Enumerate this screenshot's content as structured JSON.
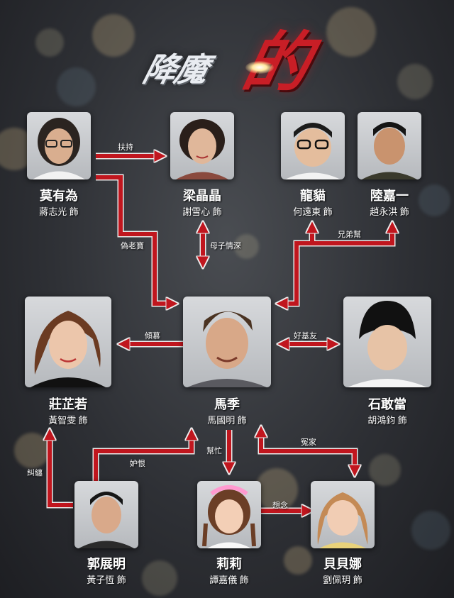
{
  "title": {
    "part1": "降魔",
    "part2": "的"
  },
  "characters": {
    "mo": {
      "name": "莫有為",
      "actor": "蔣志光 飾"
    },
    "leung": {
      "name": "梁晶晶",
      "actor": "謝雪心 飾"
    },
    "lung": {
      "name": "龍貓",
      "actor": "何遠東 飾"
    },
    "luk": {
      "name": "陸嘉一",
      "actor": "趙永洪 飾"
    },
    "chong": {
      "name": "莊芷若",
      "actor": "黃智雯 飾"
    },
    "ma": {
      "name": "馬季",
      "actor": "馬國明 飾"
    },
    "shek": {
      "name": "石敢當",
      "actor": "胡鴻鈞 飾"
    },
    "kwok": {
      "name": "郭展明",
      "actor": "黃子恆 飾"
    },
    "lily": {
      "name": "莉莉",
      "actor": "譚嘉儀 飾"
    },
    "bui": {
      "name": "貝貝娜",
      "actor": "劉佩玥 飾"
    }
  },
  "relations": {
    "support": "扶持",
    "fake_dad": "偽老寶",
    "mother_son": "母子情深",
    "brothers": "兄弟幫",
    "admire": "傾慕",
    "best_friend": "好基友",
    "pester": "糾纏",
    "jealous": "妒恨",
    "help": "幫忙",
    "rival": "冤家",
    "miss": "想念"
  },
  "colors": {
    "arrow": "#c0161e",
    "arrow_edge": "#e8e8e8"
  }
}
